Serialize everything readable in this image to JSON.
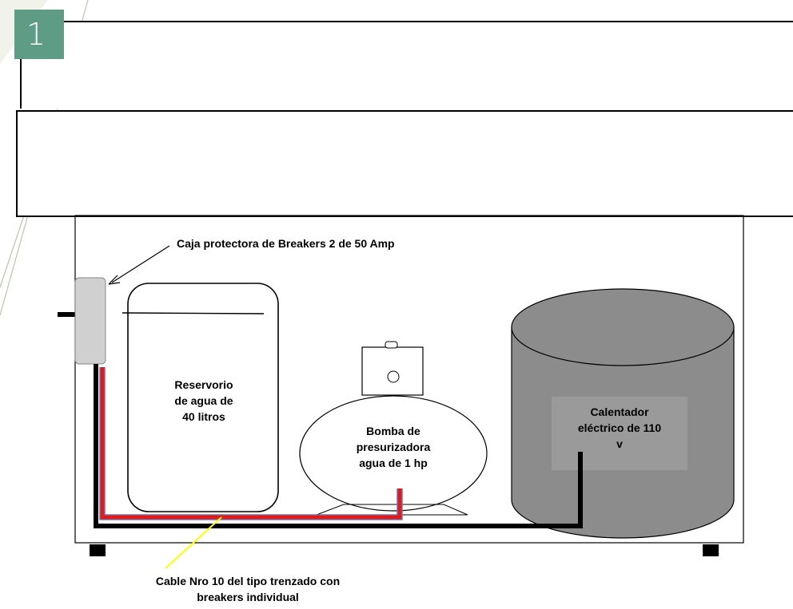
{
  "slide": {
    "number": "1",
    "accent_color": "#5e9c86",
    "title": "",
    "subtitle": ""
  },
  "labels": {
    "breaker_box": "Caja protectora de Breakers 2 de 50 Amp",
    "reservoir_line1": "Reservorio",
    "reservoir_line2": "de agua de",
    "reservoir_line3": "40 litros",
    "pump_line1": "Bomba de",
    "pump_line2": "presurizadora",
    "pump_line3": "agua de 1 hp",
    "heater_line1": "Calentador",
    "heater_line2": "eléctrico de 110",
    "heater_line3": "v",
    "cable_line1": "Cable Nro 10 del tipo trenzado con",
    "cable_line2": "breakers individual"
  },
  "colors": {
    "cable_red": "#e01b1b",
    "heater_gray": "#8c8c8c",
    "breaker_gray": "#d0d0d0",
    "pointer_yellow": "#ffff00"
  }
}
